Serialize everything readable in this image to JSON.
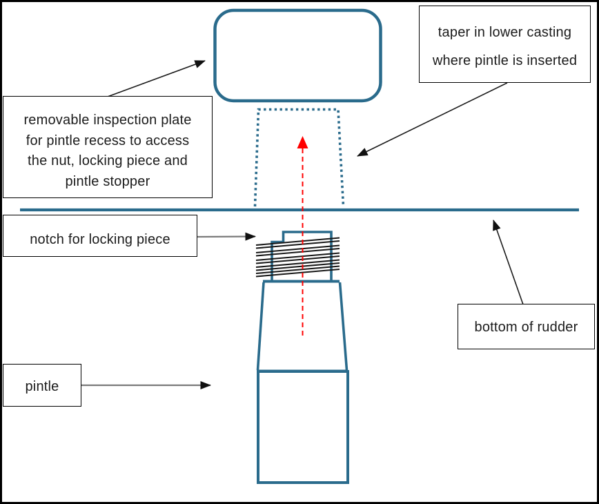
{
  "labels": {
    "inspection_plate": {
      "lines": [
        "removable inspection plate",
        "for pintle recess to access",
        "the nut, locking piece and",
        "pintle stopper"
      ]
    },
    "taper": {
      "lines": [
        "taper in lower casting",
        "where pintle is inserted"
      ]
    },
    "notch": {
      "text": "notch for locking piece"
    },
    "pintle": {
      "text": "pintle"
    },
    "bottom_of_rudder": {
      "text": "bottom of rudder"
    }
  },
  "colors": {
    "diagram_outline": "#2a6b8c",
    "centerline": "#ff0000",
    "annotation_line": "#1a1a1a",
    "annotation_line_gray": "#7a7a7a",
    "label_border": "#000000",
    "text": "#1b1b1b",
    "background": "#ffffff"
  }
}
